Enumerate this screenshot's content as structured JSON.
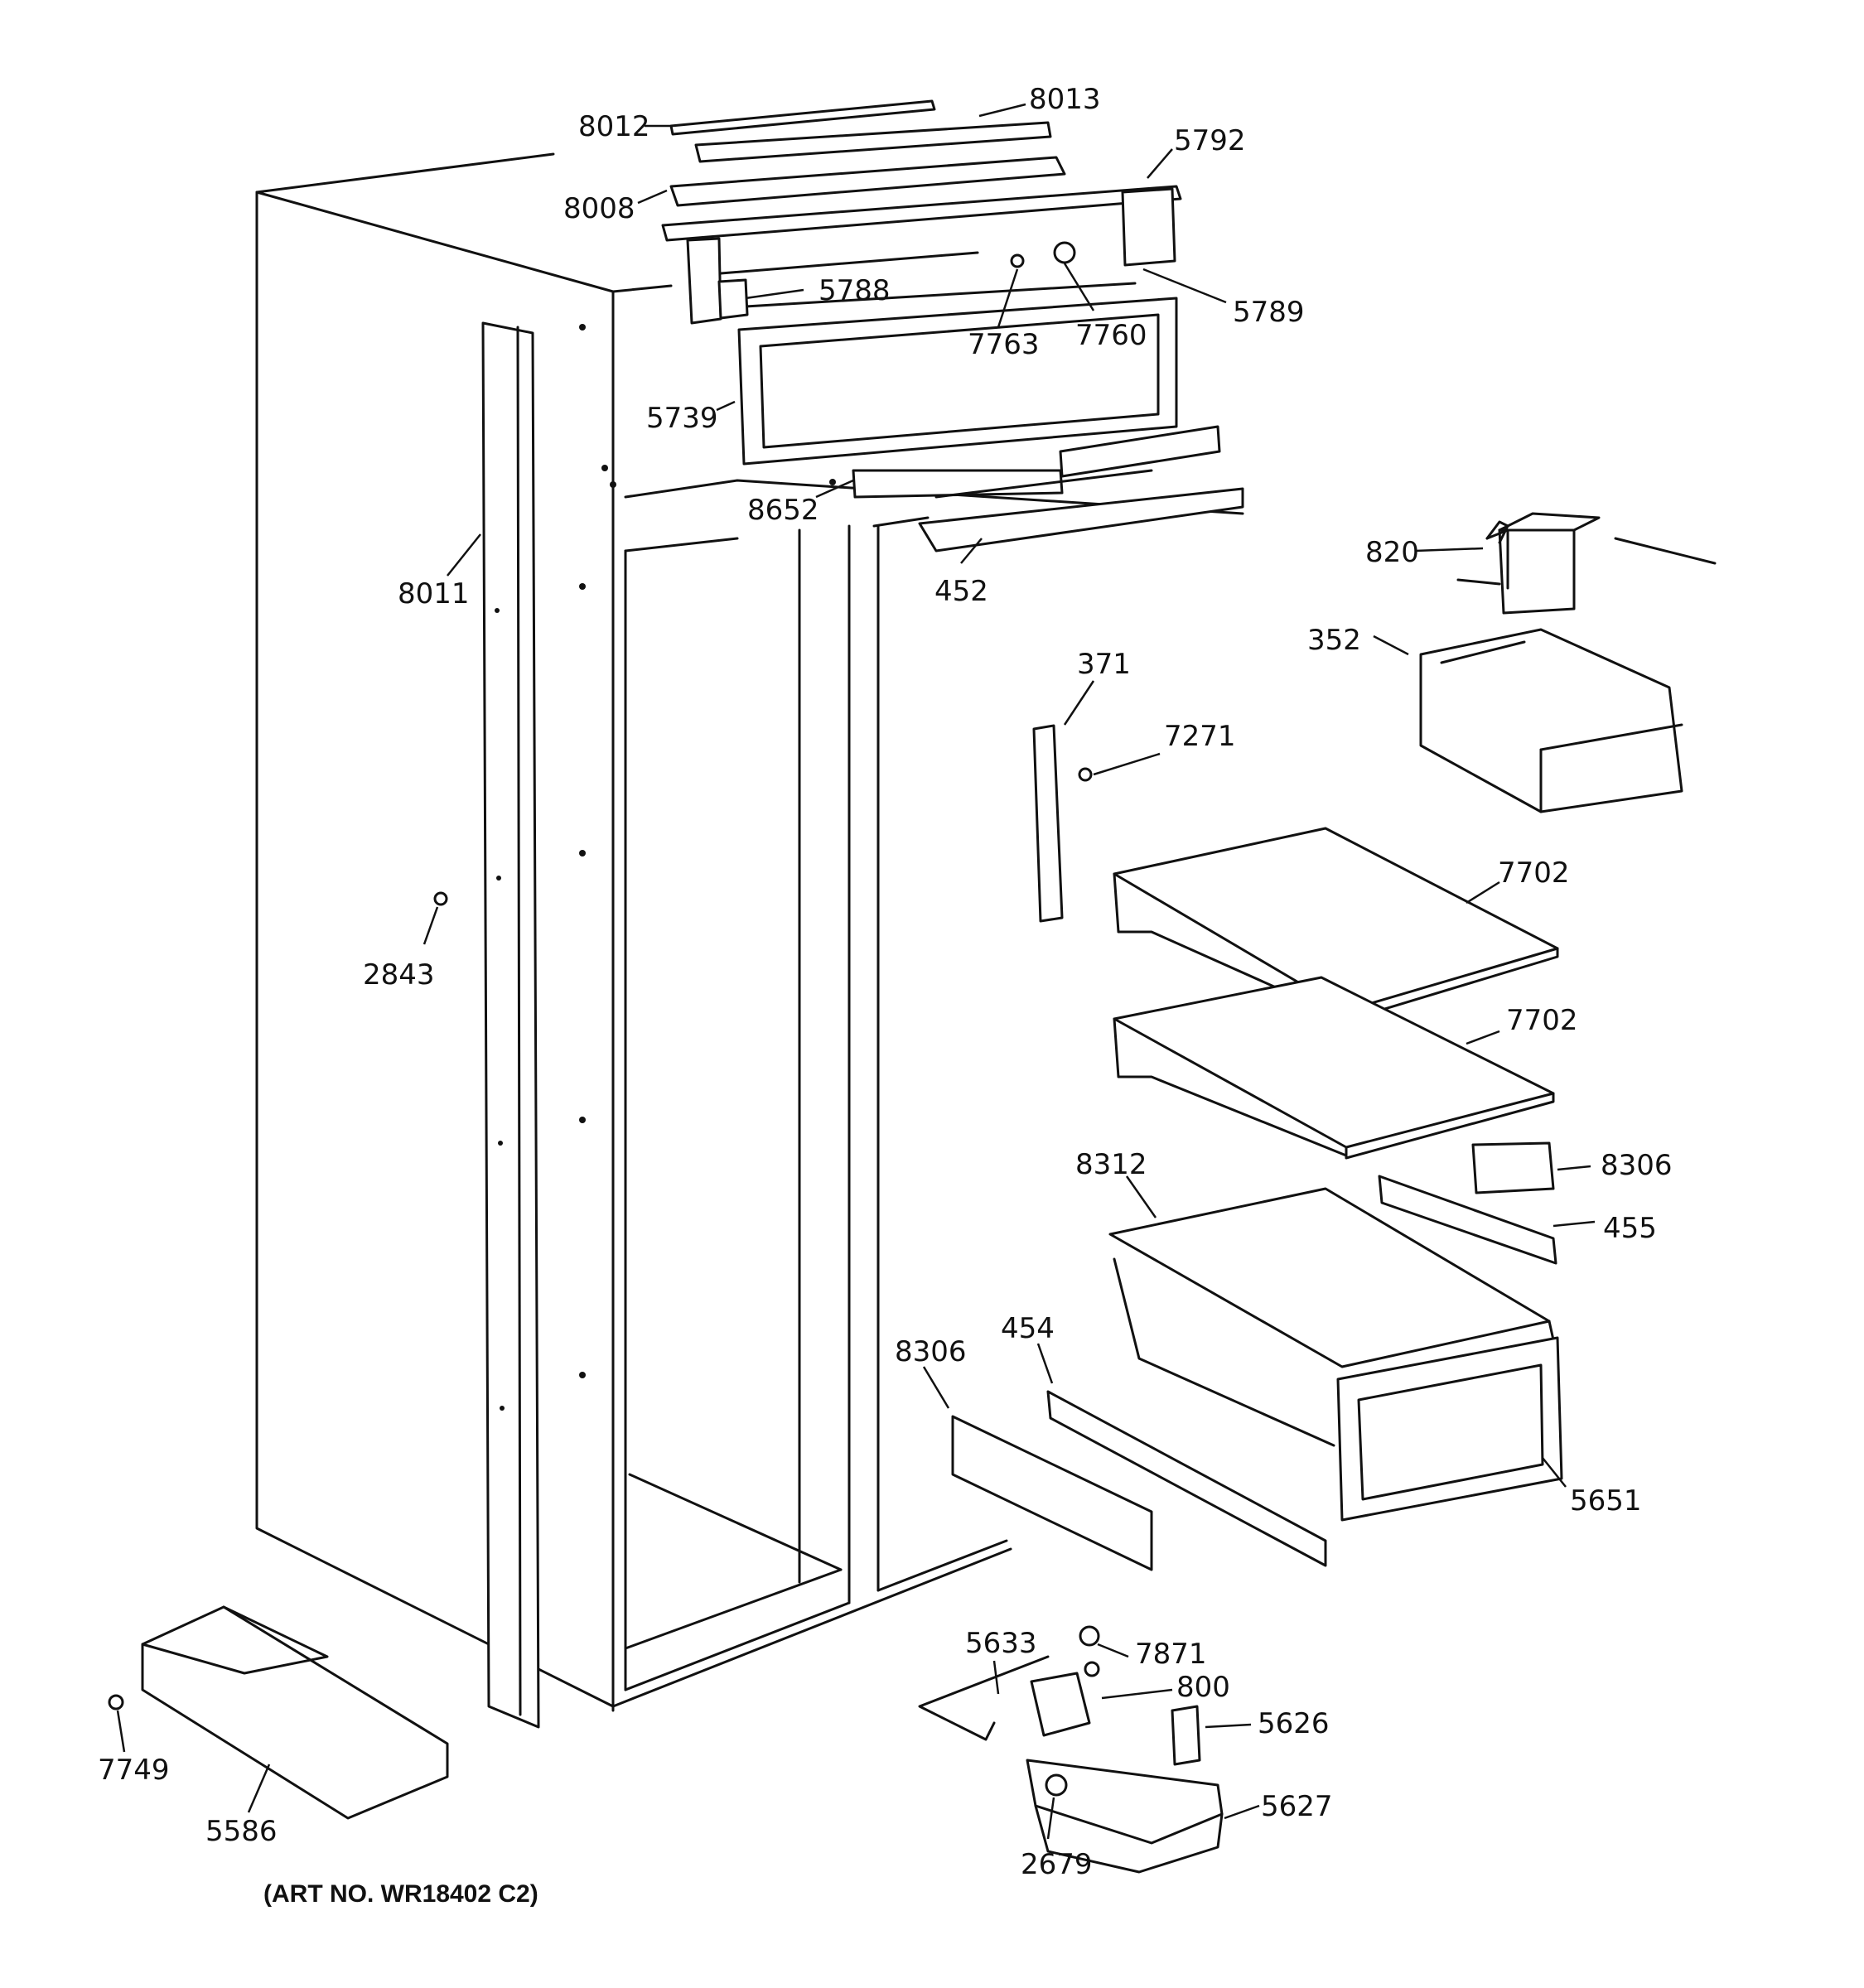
{
  "labels": {
    "p8012": "8012",
    "p8013": "8013",
    "p5792": "5792",
    "p8008": "8008",
    "p5788": "5788",
    "p5789": "5789",
    "p7763": "7763",
    "p7760": "7760",
    "p5739": "5739",
    "p8652": "8652",
    "p8011": "8011",
    "p452": "452",
    "p820": "820",
    "p352": "352",
    "p371": "371",
    "p7271": "7271",
    "p7702a": "7702",
    "p7702b": "7702",
    "p2843": "2843",
    "p8312": "8312",
    "p8306a": "8306",
    "p455": "455",
    "p8306b": "8306",
    "p454": "454",
    "p5651": "5651",
    "p5633": "5633",
    "p7871": "7871",
    "p800": "800",
    "p5626": "5626",
    "p5627": "5627",
    "p2679": "2679",
    "p7749": "7749",
    "p5586": "5586"
  },
  "art_number": "(ART NO. WR18402 C2)"
}
